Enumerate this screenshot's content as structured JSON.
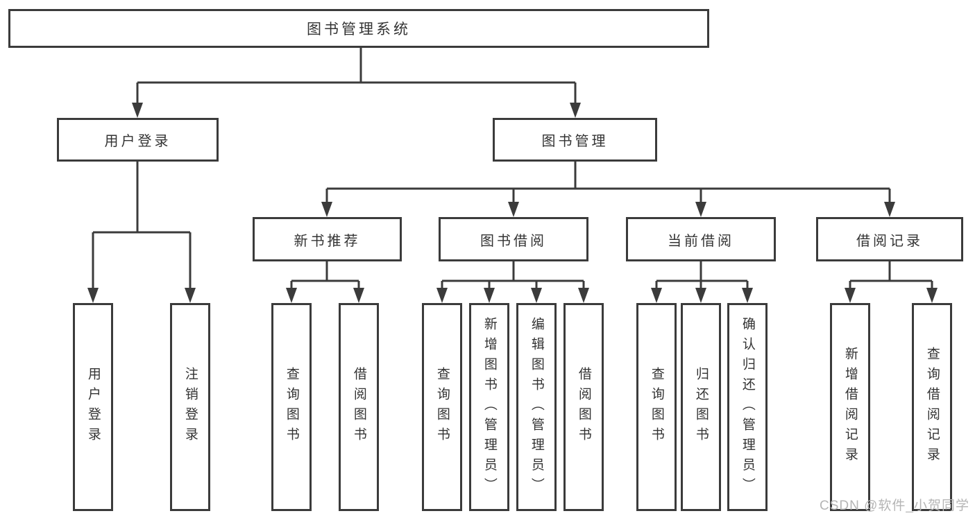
{
  "colors": {
    "line": "#3b3b3b",
    "text": "#333333",
    "watermark": "#b5b5b5"
  },
  "diagram": {
    "root": "图书管理系统",
    "level2": [
      "用户登录",
      "图书管理"
    ],
    "level3": [
      "新书推荐",
      "图书借阅",
      "当前借阅",
      "借阅记录"
    ],
    "leaves": {
      "user": [
        "用户登录",
        "注销登录"
      ],
      "recommend": [
        "查询图书",
        "借阅图书"
      ],
      "borrow": [
        "查询图书",
        "新增图书（管理员）",
        "编辑图书（管理员）",
        "借阅图书"
      ],
      "current": [
        "查询图书",
        "归还图书",
        "确认归还（管理员）"
      ],
      "records": [
        "新增借阅记录",
        "查询借阅记录"
      ]
    }
  },
  "watermark": {
    "text": "CSDN @软件_小贺同学"
  }
}
